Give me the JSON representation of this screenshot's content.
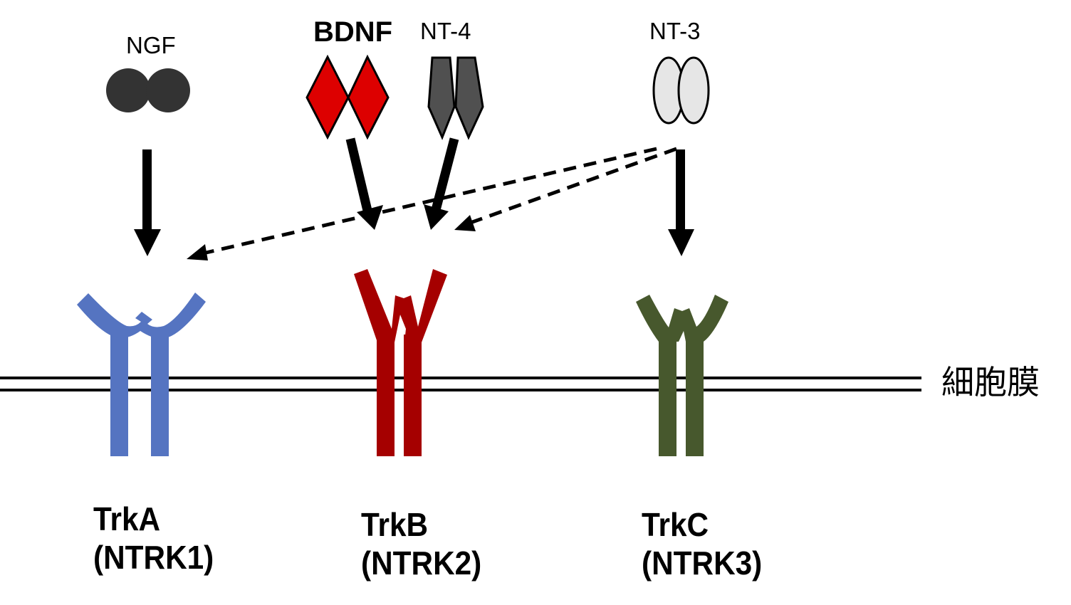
{
  "ligands": {
    "ngf": {
      "label": "NGF",
      "color": "#333333",
      "shape": "two-circles"
    },
    "bdnf": {
      "label": "BDNF",
      "color": "#dd0000",
      "shape": "two-diamonds"
    },
    "nt4": {
      "label": "NT-4",
      "color": "#505050",
      "shape": "two-pentagons"
    },
    "nt3": {
      "label": "NT-3",
      "color": "#e6e6e6",
      "shape": "two-ellipses"
    }
  },
  "receptors": {
    "trka": {
      "name": "TrkA",
      "gene": "(NTRK1)",
      "color": "#5574c1"
    },
    "trkb": {
      "name": "TrkB",
      "gene": "(NTRK2)",
      "color": "#a50000"
    },
    "trkc": {
      "name": "TrkC",
      "gene": "(NTRK3)",
      "color": "#47582d"
    }
  },
  "membrane": {
    "label": "細胞膜"
  },
  "interactions": [
    {
      "from": "NGF",
      "to": "TrkA",
      "style": "solid"
    },
    {
      "from": "BDNF",
      "to": "TrkB",
      "style": "solid"
    },
    {
      "from": "NT-4",
      "to": "TrkB",
      "style": "solid"
    },
    {
      "from": "NT-3",
      "to": "TrkC",
      "style": "solid"
    },
    {
      "from": "NT-3",
      "to": "TrkA",
      "style": "dashed"
    },
    {
      "from": "NT-3",
      "to": "TrkB",
      "style": "dashed"
    }
  ]
}
